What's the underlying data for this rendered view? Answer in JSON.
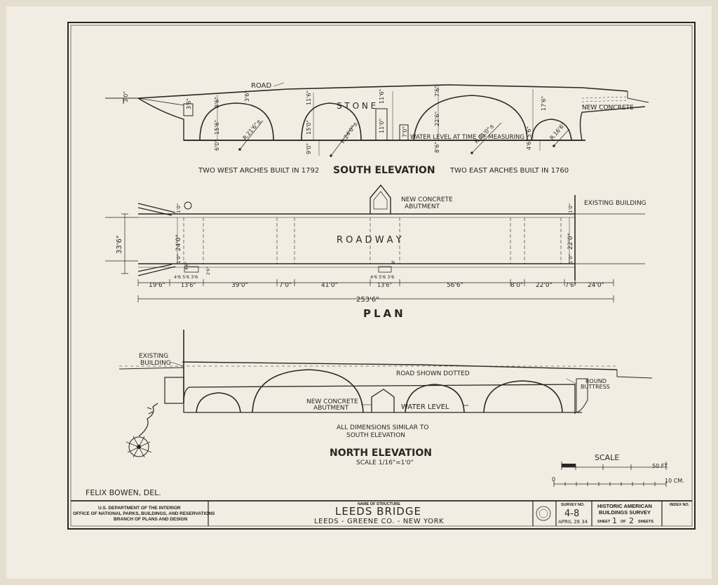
{
  "south_elevation": {
    "title": "SOUTH ELEVATION",
    "note_west": "TWO WEST ARCHES BUILT IN 1792",
    "note_east": "TWO EAST ARCHES BUILT IN 1760",
    "road": "ROAD",
    "stone": "S T O N E",
    "new_concrete": "NEW CONCRETE",
    "water_level": "WATER LEVEL AT TIME OF MEASURING",
    "dims": {
      "d1": "3'0\"",
      "d2": "3'6\"",
      "d3": "8'6\"",
      "d4": "3'6\"",
      "d5": "15'6\"",
      "d6": "6'0\"",
      "d7": "R.21'6\"±",
      "d8": "11'6\"",
      "d9": "15'0\"",
      "d10": "9'0\"",
      "d11": "R.24'0\"±",
      "d12": "11'6\"",
      "d13": "11'0\"",
      "d14": "7'0\"",
      "d15": "7'6\"",
      "d16": "22'6\"",
      "d17": "8'6\"",
      "d18": "R.31'0\"±",
      "d19": "17'6\"",
      "d20": "5'6\"",
      "d21": "4'6\"",
      "d22": "R.16'6\""
    }
  },
  "plan": {
    "title": "PLAN",
    "roadway": "R O A D W A Y",
    "new_concrete_abutment": [
      "NEW CONCRETE",
      "ABUTMENT"
    ],
    "existing_building": "EXISTING BUILDING",
    "width_total": "33'6\"",
    "width_road": "24'0\"",
    "width_road_east": "22'0\"",
    "edge_l": "1'0\"",
    "edge_r": "1'0\"",
    "edge_lb": "1'0\"",
    "edge_rb": "1'0\"",
    "small_l": "4'6\"",
    "small_r": "2'6\"",
    "small_m": "8'",
    "piers_l": "4'6 5'6 3'6",
    "piers_m": "4'6 5'6 3'6",
    "spans": [
      "19'6\"",
      "13'6\"",
      "39'0\"",
      "7'0\"",
      "41'0\"",
      "13'6\"",
      "56'6\"",
      "8'0\"",
      "22'0\"",
      "7'6\"",
      "24'0\""
    ],
    "total": "253'6\""
  },
  "north_elevation": {
    "title": "NORTH ELEVATION",
    "scale": "SCALE 1/16\"=1'0\"",
    "existing_building": [
      "EXISTING",
      "BUILDING"
    ],
    "road_dotted": "ROAD SHOWN DOTTED",
    "round_buttress": [
      "ROUND",
      "BUTTRESS"
    ],
    "new_concrete_abutment": [
      "NEW CONCRETE",
      "ABUTMENT"
    ],
    "water_level": "WATER LEVEL",
    "dims_note": [
      "ALL DIMENSIONS SIMILAR TO",
      "SOUTH ELEVATION"
    ]
  },
  "scale_bar": {
    "label": "SCALE",
    "ft": "50 FT.",
    "cm": "10 CM.",
    "zero": "0"
  },
  "delineator": "FELIX BOWEN, DEL.",
  "title_block": {
    "agency": [
      "U.S. DEPARTMENT OF THE INTERIOR",
      "OFFICE OF NATIONAL PARKS, BUILDINGS, AND RESERVATIONS",
      "BRANCH OF PLANS AND DESIGN"
    ],
    "name_label": "NAME OF STRUCTURE",
    "name": "LEEDS BRIDGE",
    "location": "LEEDS - GREENE CO. - NEW YORK",
    "survey_label": "SURVEY NO.",
    "survey_no": "4-8",
    "date": "APRIL 28 34",
    "habs": [
      "HISTORIC AMERICAN",
      "BUILDINGS SURVEY"
    ],
    "sheet_word": "SHEET",
    "sheet_no": "1",
    "of_word": "OF",
    "sheet_total": "2",
    "sheets_word": "SHEETS",
    "index_label": "INDEX NO."
  },
  "colors": {
    "paper": "#f1ede3",
    "ink": "#2a2622"
  }
}
